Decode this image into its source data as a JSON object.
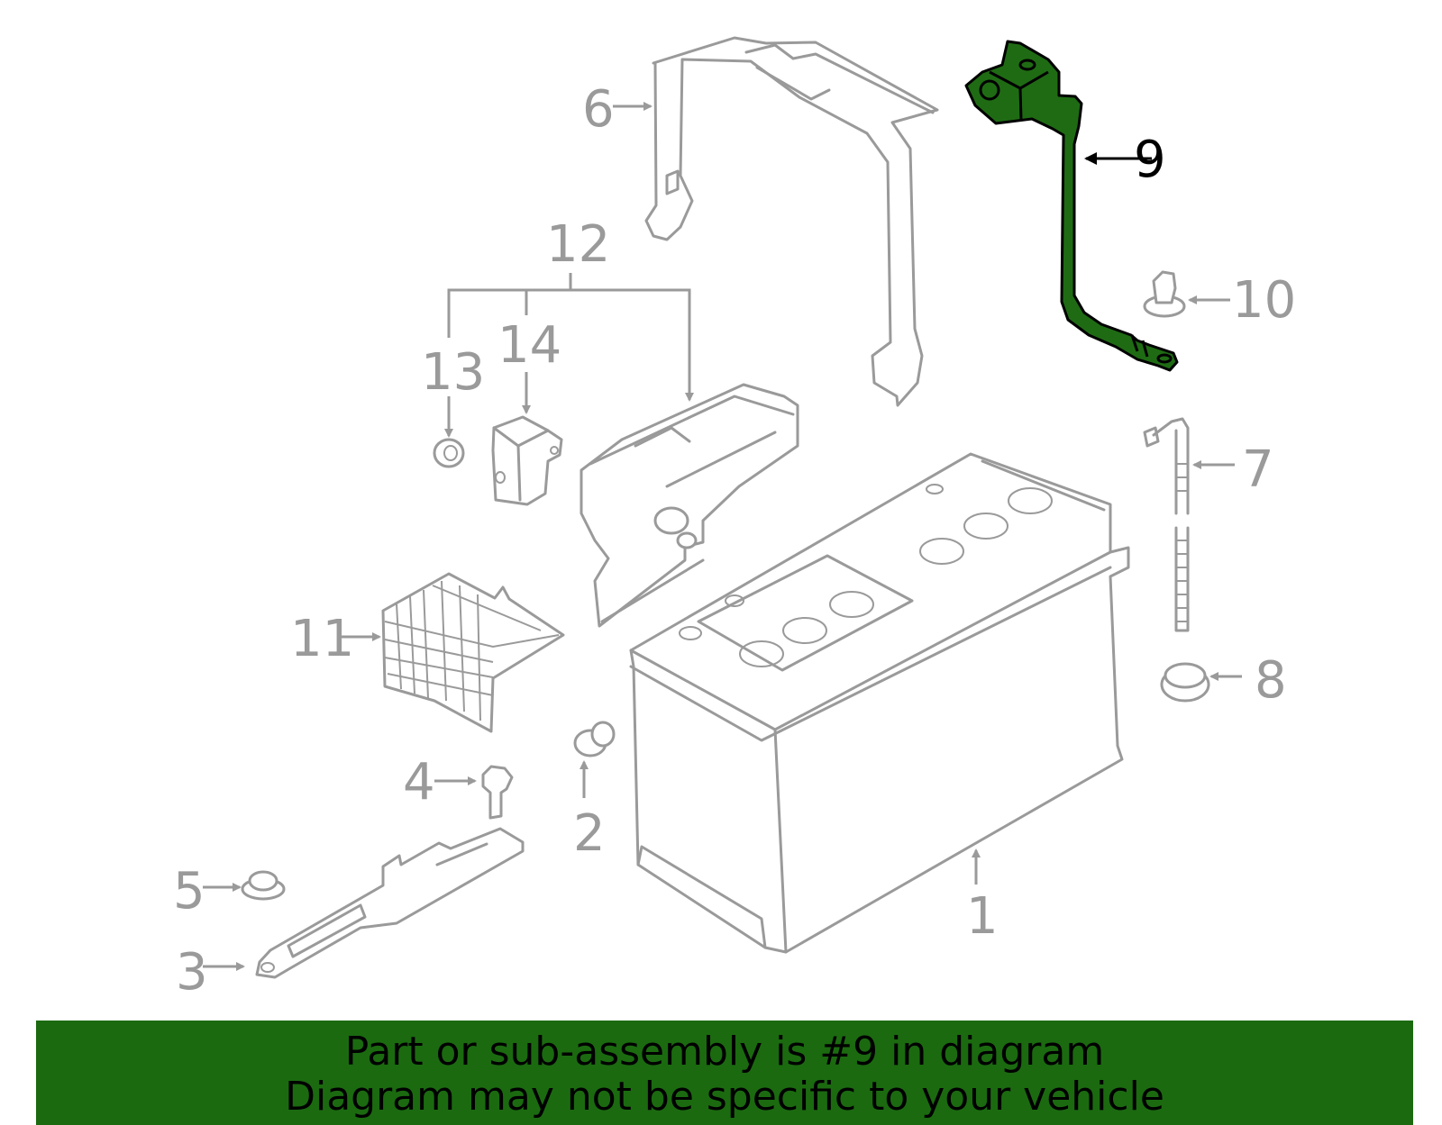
{
  "callouts": {
    "c1": "1",
    "c2": "2",
    "c3": "3",
    "c4": "4",
    "c5": "5",
    "c6": "6",
    "c7": "7",
    "c8": "8",
    "c9": "9",
    "c10": "10",
    "c11": "11",
    "c12": "12",
    "c13": "13",
    "c14": "14"
  },
  "highlighted_part": "9",
  "banner": {
    "line1": "Part or sub-assembly is #9 in diagram",
    "line2": "Diagram may not be specific to your vehicle"
  },
  "colors": {
    "highlight": "#1f6b14",
    "banner": "#1b6a10",
    "part_lines": "#9a9a9a"
  }
}
